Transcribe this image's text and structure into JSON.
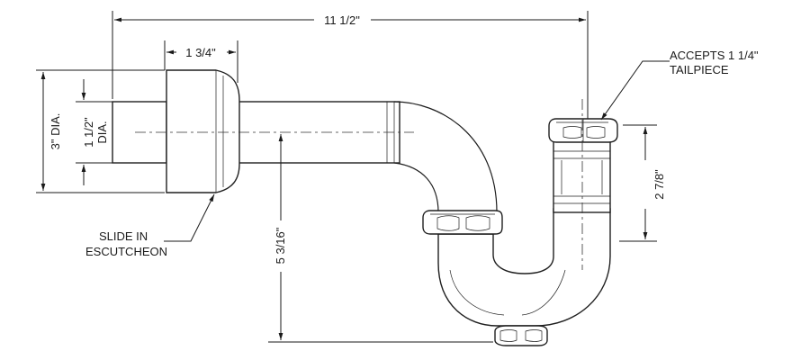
{
  "dimensions": {
    "overall_width": "11 1/2\"",
    "escutcheon_length": "1 3/4\"",
    "escutcheon_diameter": "3\" DIA.",
    "pipe_diameter_line1": "1 1/2\"",
    "pipe_diameter_line2": "DIA.",
    "drop_height": "5 3/16\"",
    "tailpiece_height": "2 7/8\""
  },
  "callouts": {
    "tailpiece_line1": "ACCEPTS 1 1/4\"",
    "tailpiece_line2": "TAILPIECE",
    "escutcheon_line1": "SLIDE IN",
    "escutcheon_line2": "ESCUTCHEON"
  },
  "colors": {
    "ink": "#1a1a1a",
    "background": "#ffffff"
  }
}
